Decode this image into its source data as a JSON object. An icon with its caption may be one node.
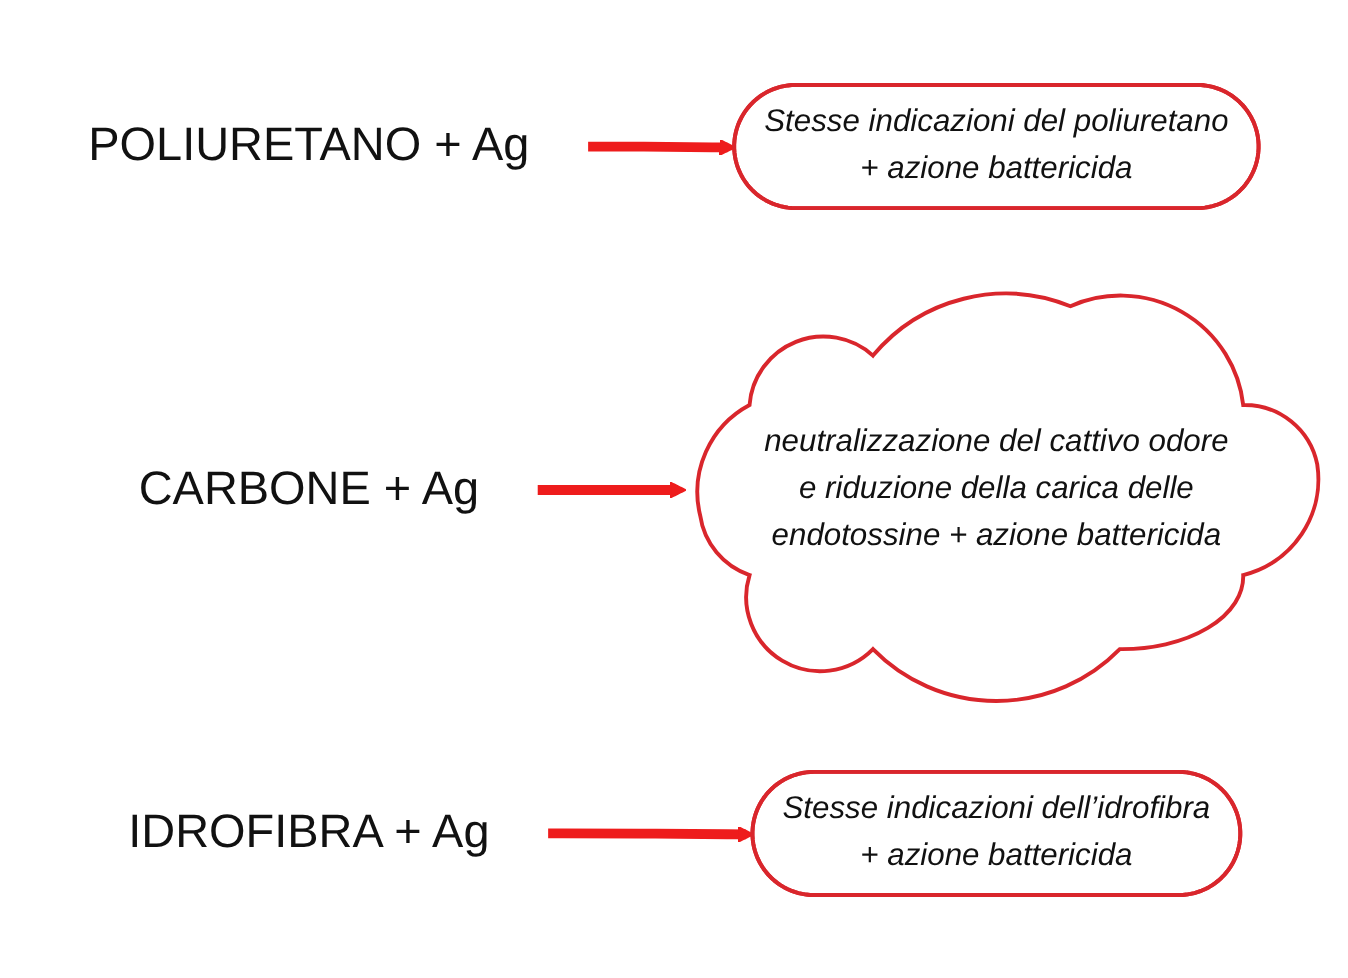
{
  "diagram": {
    "nodes": [
      {
        "text": [
          "POLIURETANO + Ag"
        ]
      },
      {
        "text": [
          "Stesse indicazioni del poliuretano + azione battericida"
        ]
      },
      {
        "text": [
          "CARBONE + Ag"
        ]
      },
      {
        "text": [
          "neutralizzazione del cattivo odore e riduzione della carica delle endotossine + azione battericida"
        ]
      },
      {
        "text": [
          "IDROFIBRA + Ag"
        ]
      },
      {
        "text": [
          "Stesse indicazioni dell’idrofibra + azione battericida"
        ]
      }
    ],
    "edges": [
      {
        "from": 0,
        "to": 1,
        "arrow": "to"
      },
      {
        "from": 2,
        "to": 3,
        "arrow": "to"
      },
      {
        "from": 4,
        "to": 5,
        "arrow": "to"
      }
    ]
  }
}
